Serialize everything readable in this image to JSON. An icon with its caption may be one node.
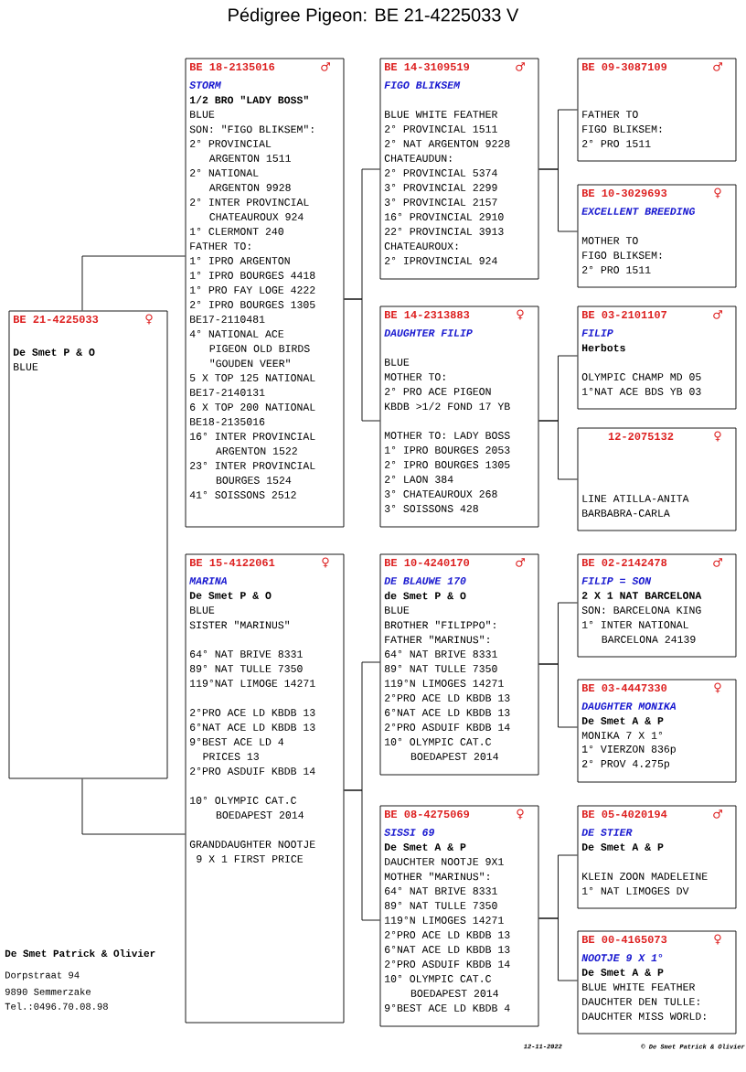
{
  "diagram": {
    "title": "Pédigree Pigeon: BE 21-4225033 V",
    "nodes": [
      {
        "text": [
          "BE 21-4225033",
          "♀",
          "De Smet P & O",
          "BLUE"
        ]
      },
      {
        "text": [
          "BE 18-2135016",
          "♂",
          "STORM",
          "1/2 BRO \"LADY BOSS\"",
          "BLUE",
          "SON: \"FIGO BLIKSEM\":",
          "2° PROVINCIAL",
          "ARGENTON 1511",
          "2° NATIONAL",
          "ARGENTON 9928",
          "2° INTER PROVINCIAL",
          "CHATEAUROUX 924",
          "1° CLERMONT 240",
          "FATHER TO:",
          "1° IPRO ARGENTON",
          "1° IPRO BOURGES 4418",
          "1° PRO FAY LOGE 4222",
          "2° IPRO BOURGES 1305",
          "BE17-2110481",
          "4° NATIONAL ACE",
          "PIGEON OLD BIRDS",
          "\"GOUDEN VEER\"",
          "5 X TOP 125 NATIONAL",
          "BE17-2140131",
          "6 X TOP 200 NATIONAL",
          "BE18-2135016",
          "16° INTER PROVINCIAL",
          "ARGENTON 1522",
          "23° INTER PROVINCIAL",
          "BOURGES 1524",
          "41° SOISSONS 2512"
        ]
      },
      {
        "text": [
          "BE 14-3109519",
          "♂",
          "FIGO BLIKSEM",
          "BLUE WHITE FEATHER",
          "2° PROVINCIAL 1511",
          "2° NAT ARGENTON 9228",
          "CHATEAUDUN:",
          "2° PROVINCIAL 5374",
          "3° PROVINCIAL 2299",
          "3° PROVINCIAL 2157",
          "16° PROVINCIAL 2910",
          "22° PROVINCIAL 3913",
          "CHATEAUROUX:",
          "2° IPROVINCIAL 924"
        ]
      },
      {
        "text": [
          "BE 09-3087109",
          "♂",
          "FATHER TO",
          "FIGO BLIKSEM:",
          "2° PRO 1511"
        ]
      },
      {
        "text": [
          "BE 10-3029693",
          "♀",
          "EXCELLENT BREEDING",
          "MOTHER TO",
          "FIGO BLIKSEM:",
          "2° PRO 1511"
        ]
      },
      {
        "text": [
          "BE 14-2313883",
          "♀",
          "DAUGHTER FILIP",
          "BLUE",
          "MOTHER TO:",
          "2° PRO ACE PIGEON",
          "KBDB >1/2 FOND 17 YB",
          "MOTHER TO: LADY BOSS",
          "1° IPRO BOURGES 2053",
          "2° IPRO BOURGES 1305",
          "2° LAON 384",
          "3° CHATEAUROUX 268",
          "3° SOISSONS 428"
        ]
      },
      {
        "text": [
          "BE 03-2101107",
          "♂",
          "FILIP",
          "Herbots",
          "OLYMPIC CHAMP MD 05",
          "1°NAT ACE BDS YB 03"
        ]
      },
      {
        "text": [
          "12-2075132",
          "♀",
          "LINE ATILLA-ANITA",
          "BARBABRA-CARLA"
        ]
      },
      {
        "text": [
          "BE 15-4122061",
          "♀",
          "MARINA",
          "De Smet P & O",
          "BLUE",
          "SISTER \"MARINUS\"",
          "64° NAT BRIVE 8331",
          "89° NAT TULLE 7350",
          "119°NAT LIMOGE 14271",
          "2°PRO ACE LD KBDB 13",
          "6°NAT ACE LD KBDB 13",
          "9°BEST ACE LD 4",
          "PRICES 13",
          "2°PRO ASDUIF KBDB 14",
          "10° OLYMPIC CAT.C",
          "BOEDAPEST 2014",
          "GRANDDAUGHTER NOOTJE",
          "9 X 1 FIRST PRICE"
        ]
      },
      {
        "text": [
          "BE 10-4240170",
          "♂",
          "DE BLAUWE 170",
          "de Smet P & O",
          "BLUE",
          "BROTHER \"FILIPPO\":",
          "FATHER \"MARINUS\":",
          "64° NAT BRIVE 8331",
          "89° NAT TULLE 7350",
          "119°N LIMOGES 14271",
          "2°PRO ACE LD KBDB 13",
          "6°NAT ACE LD KBDB 13",
          "2°PRO ASDUIF KBDB 14",
          "10° OLYMPIC CAT.C",
          "BOEDAPEST 2014"
        ]
      },
      {
        "text": [
          "BE 02-2142478",
          "♂",
          "FILIP = SON",
          "2 X 1 NAT BARCELONA",
          "SON: BARCELONA KING",
          "1° INTER NATIONAL",
          "BARCELONA 24139"
        ]
      },
      {
        "text": [
          "BE 03-4447330",
          "♀",
          "DAUGHTER MONIKA",
          "De Smet A & P",
          "MONIKA 7 X 1°",
          "1° VIERZON 836p",
          "2° PROV 4.275p"
        ]
      },
      {
        "text": [
          "BE 08-4275069",
          "♀",
          "SISSI 69",
          "De Smet A & P",
          "DAUCHTER NOOTJE 9X1",
          "MOTHER \"MARINUS\":",
          "64° NAT BRIVE 8331",
          "89° NAT TULLE 7350",
          "119°N LIMOGES 14271",
          "2°PRO ACE LD KBDB 13",
          "6°NAT ACE LD KBDB 13",
          "2°PRO ASDUIF KBDB 14",
          "10° OLYMPIC CAT.C",
          "BOEDAPEST 2014",
          "9°BEST ACE LD KBDB 4"
        ]
      },
      {
        "text": [
          "BE 05-4020194",
          "♂",
          "DE STIER",
          "De Smet A & P",
          "KLEIN ZOON MADELEINE",
          "1° NAT LIMOGES DV"
        ]
      },
      {
        "text": [
          "BE 00-4165073",
          "♀",
          "NOOTJE 9 X 1°",
          "De Smet A & P",
          "BLUE WHITE FEATHER",
          "DAUCHTER DEN TULLE:",
          "DAUCHTER MISS WORLD:"
        ]
      }
    ],
    "edges": [
      {
        "from": 0,
        "to": 1,
        "arrow": "none"
      },
      {
        "from": 0,
        "to": 8,
        "arrow": "none"
      },
      {
        "from": 1,
        "to": 2,
        "arrow": "none"
      },
      {
        "from": 1,
        "to": 5,
        "arrow": "none"
      },
      {
        "from": 2,
        "to": 3,
        "arrow": "none"
      },
      {
        "from": 2,
        "to": 4,
        "arrow": "none"
      },
      {
        "from": 5,
        "to": 6,
        "arrow": "none"
      },
      {
        "from": 5,
        "to": 7,
        "arrow": "none"
      },
      {
        "from": 8,
        "to": 9,
        "arrow": "none"
      },
      {
        "from": 8,
        "to": 12,
        "arrow": "none"
      },
      {
        "from": 9,
        "to": 10,
        "arrow": "none"
      },
      {
        "from": 9,
        "to": 11,
        "arrow": "none"
      },
      {
        "from": 12,
        "to": 13,
        "arrow": "none"
      },
      {
        "from": 12,
        "to": 14,
        "arrow": "none"
      }
    ],
    "labels": [
      "De Smet Patrick & Olivier",
      "Dorpstraat 94",
      "9890 Semmerzake",
      "Tel.:0496.70.08.98",
      "12-11-2022",
      "© De Smet Patrick & Olivier"
    ]
  }
}
